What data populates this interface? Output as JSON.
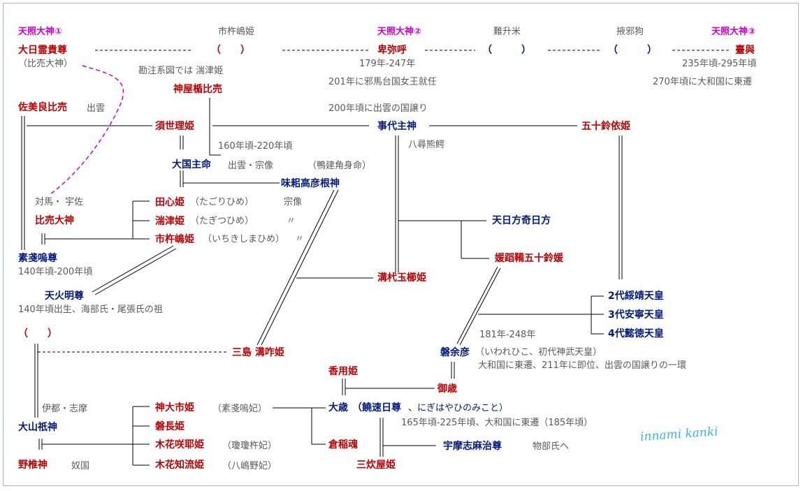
{
  "diagram": {
    "sun_goddess": [
      "天照大神①",
      "天照大神②",
      "天照大神③"
    ],
    "top_row": {
      "ichikishima": "市杵嶋姫",
      "nashome": "難升米",
      "yahako": "掖邪狗",
      "ohirume": "大日霊貴尊",
      "ohirume_alias": "（比売大神）",
      "blank1": "（　　）",
      "himiko": "卑弥呼",
      "himiko_years": "179年-247年",
      "blank2": "（　　　）",
      "blank3": "（　　　）",
      "toyo": "臺與",
      "toyo_years": "235年頃-295年頃",
      "toyo_note": "270年頃に大和国に東遷",
      "himiko_note1": "201年に邪馬台国女王就任",
      "himiko_note2": "200年頃に出雲の国譲り",
      "kanjo_note": "勘注系図では 湍津姫"
    },
    "people": {
      "kamuyatate": "神屋楯比売",
      "samirahime": "佐美良比売",
      "samirahime_place": "出雲",
      "suserihime": "須世理姫",
      "kotoshiro": "事代主神",
      "kotoshiro_alias": "八尋熊鰐",
      "isuzuyori": "五十鈴依姫",
      "okuninushi_years": "160年頃-220年頃",
      "okuninushi": "大国主命",
      "okuninushi_place": "出雲・宗像",
      "ajisuki_alias": "（鴨建角身命）",
      "ajisuki": "味耜高彦根神",
      "tsushima_usa": "対馬・ 宇佐",
      "himeokami": "比売大神",
      "tagorihime": "田心姫",
      "tagorihime_kana": "（たごりひめ）",
      "munakata": "宗像",
      "tagitsuhime": "湍津姫",
      "tagitsuhime_kana": "（たぎつひめ）",
      "ditto1": "〃",
      "ichikishima2": "市杵嶋姫",
      "ichikishima2_kana": "（いちきしまひめ）",
      "ditto2": "〃",
      "amanohikata": "天日方奇日方",
      "susanoo": "素戔嗚尊",
      "susanoo_years": "140年頃-200年頃",
      "himetatara": "媛蹈鞴五十鈴媛",
      "amenohoakari": "天火明尊",
      "amenohoakari_note": "140年頃出生、海部氏・尾張氏の祖",
      "mizokui_tamakushi": "溝杙玉櫛姫",
      "suizei": "2代綏靖天皇",
      "annei": "3代安寧天皇",
      "itoku": "4代懿徳天皇",
      "jimmu_years": "181年-248年",
      "blank4": "（　　）",
      "mishima": "三島 溝咋姫",
      "jimmu": "磐余彦",
      "jimmu_kana": "（いわれひこ、初代神武天皇）",
      "jimmu_note": "大和国に東遷、211年に即位、出雲の国譲りの一環",
      "kayohime": "香用姫",
      "mitoshi": "御歳",
      "ito_shima": "伊都・志摩",
      "kamuoichihime": "神大市姫",
      "kamuoichihime_note": "（素戔嗚妃）",
      "otoshi": "大歳",
      "otoshi_alias": "（饒速日尊",
      "otoshi_kana": "、にぎはやひのみこと）",
      "otoshi_years": "165年頃-225年頃、大和国に東遷（185年頃）",
      "oyamatsumi": "大山祇神",
      "iwanagahime": "磐長姫",
      "konohanasakuya": "木花咲耶姫",
      "konohanasakuya_note": "（瓊瓊杵妃）",
      "uginomitama": "倉稲魂",
      "umashimaji": "宇摩志麻治尊",
      "umashimaji_note": "物部氏へ",
      "nozuchi": "野椎神",
      "nakoku": "奴国",
      "konohanachiru": "木花知流姫",
      "konohanachiru_note": "（八嶋野妃）",
      "mikashikiya": "三炊屋姫"
    },
    "signature": "innami  kanki"
  }
}
